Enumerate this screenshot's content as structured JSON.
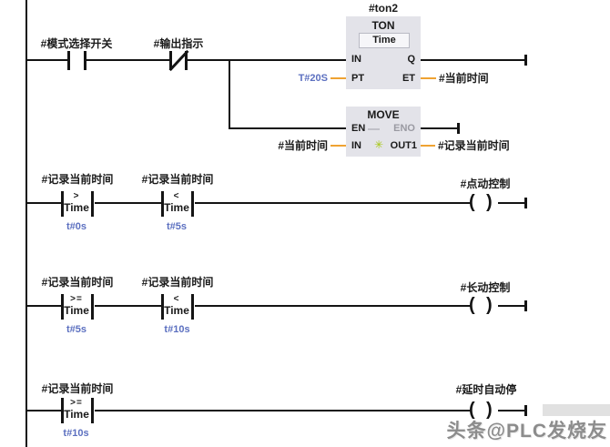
{
  "glyphs": {
    "coil_open": "(",
    "coil_close": ")",
    "move_star": "✳"
  },
  "colors": {
    "wire": "#141414",
    "operand_value_blue": "#5c70c0",
    "timing_wire_orange": "#efa232",
    "block_fill": "#e3e3e9",
    "eno_gray": "#9a9aa2",
    "star_green": "#a6c813",
    "watermark_gray": "#8c8c8c"
  },
  "network1": {
    "no_contact_label": "#模式选择开关",
    "nc_contact_label": "#输出指示",
    "ton": {
      "instance": "#ton2",
      "title": "TON",
      "dtype": "Time",
      "pin_in": "IN",
      "pin_q": "Q",
      "pin_pt": "PT",
      "pin_et": "ET",
      "pt_value": "T#20S",
      "et_operand": "#当前时间"
    },
    "move": {
      "title": "MOVE",
      "pin_en": "EN",
      "pin_eno": "ENO",
      "pin_in": "IN",
      "pin_out1": "OUT1",
      "in_operand": "#当前时间",
      "out1_operand": "#记录当前时间"
    }
  },
  "network2": {
    "contact1": {
      "label": "#记录当前时间",
      "operator": ">",
      "dtype": "Time",
      "value": "t#0s"
    },
    "contact2": {
      "label": "#记录当前时间",
      "operator": "<",
      "dtype": "Time",
      "value": "t#5s"
    },
    "coil_label": "#点动控制"
  },
  "network3": {
    "contact1": {
      "label": "#记录当前时间",
      "operator": ">=",
      "dtype": "Time",
      "value": "t#5s"
    },
    "contact2": {
      "label": "#记录当前时间",
      "operator": "<",
      "dtype": "Time",
      "value": "t#10s"
    },
    "coil_label": "#长动控制"
  },
  "network4": {
    "contact1": {
      "label": "#记录当前时间",
      "operator": ">=",
      "dtype": "Time",
      "value": "t#10s"
    },
    "coil_label": "#延时自动停"
  },
  "watermark": {
    "text": "头条@PLC发烧友"
  }
}
